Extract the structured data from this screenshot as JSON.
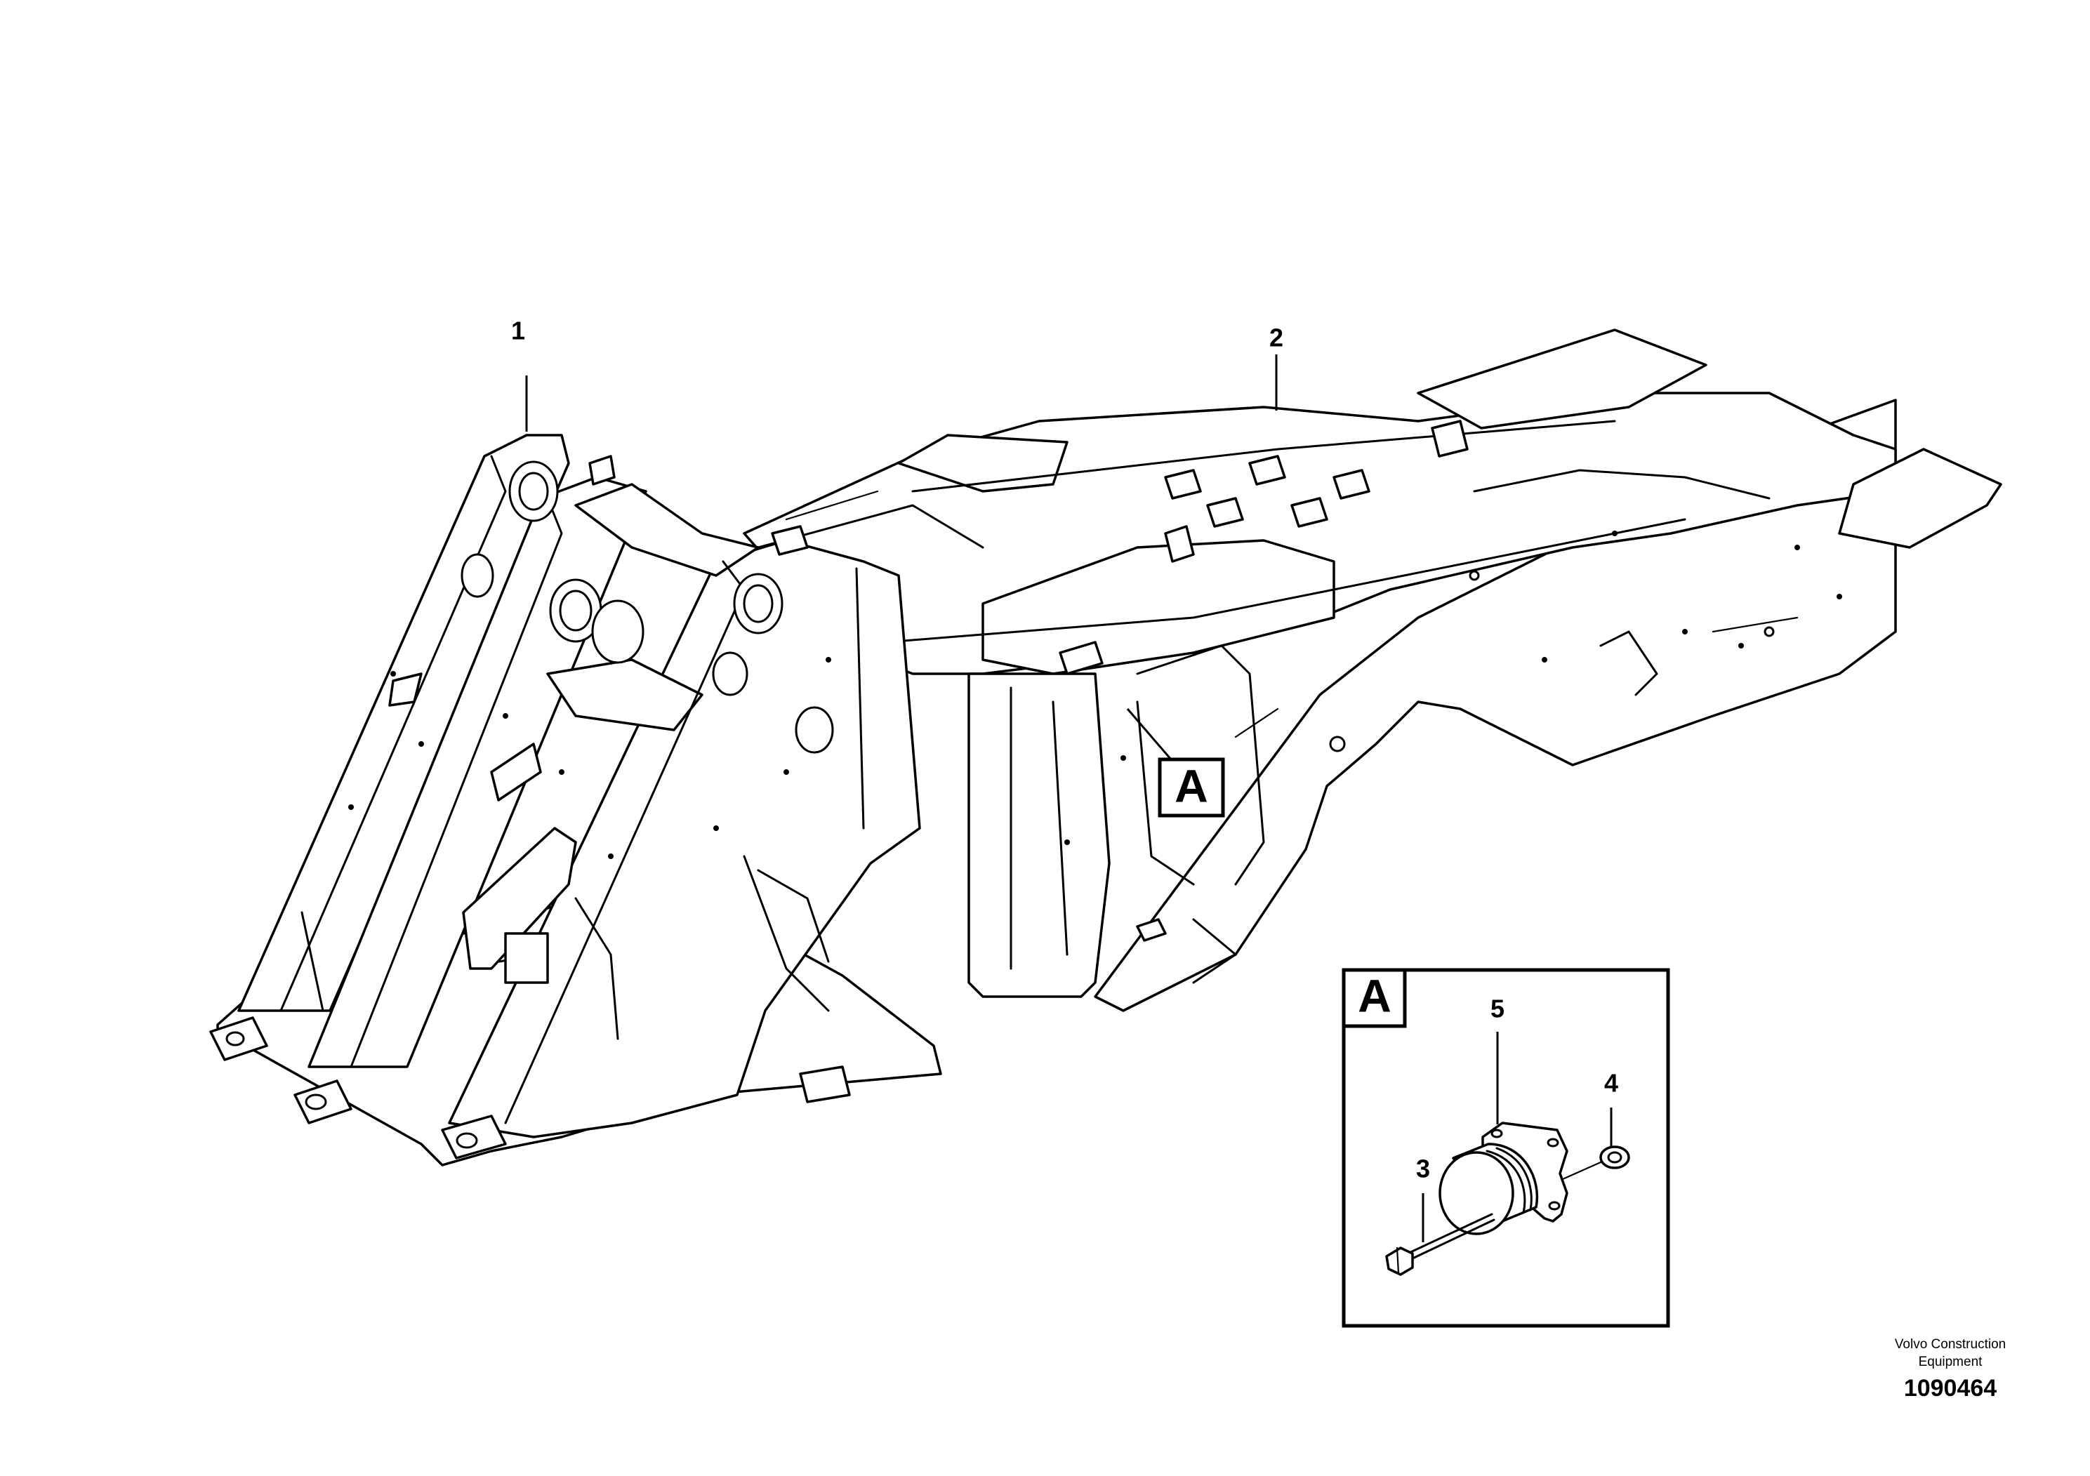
{
  "callouts": {
    "part_1": "1",
    "part_2": "2",
    "part_3": "3",
    "part_4": "4",
    "part_5": "5"
  },
  "detail_marker": "A",
  "detail_box_label": "A",
  "footer": {
    "brand_line1": "Volvo Construction",
    "brand_line2": "Equipment",
    "drawing_number": "1090464"
  },
  "colors": {
    "line": "#000000",
    "background": "#ffffff"
  }
}
